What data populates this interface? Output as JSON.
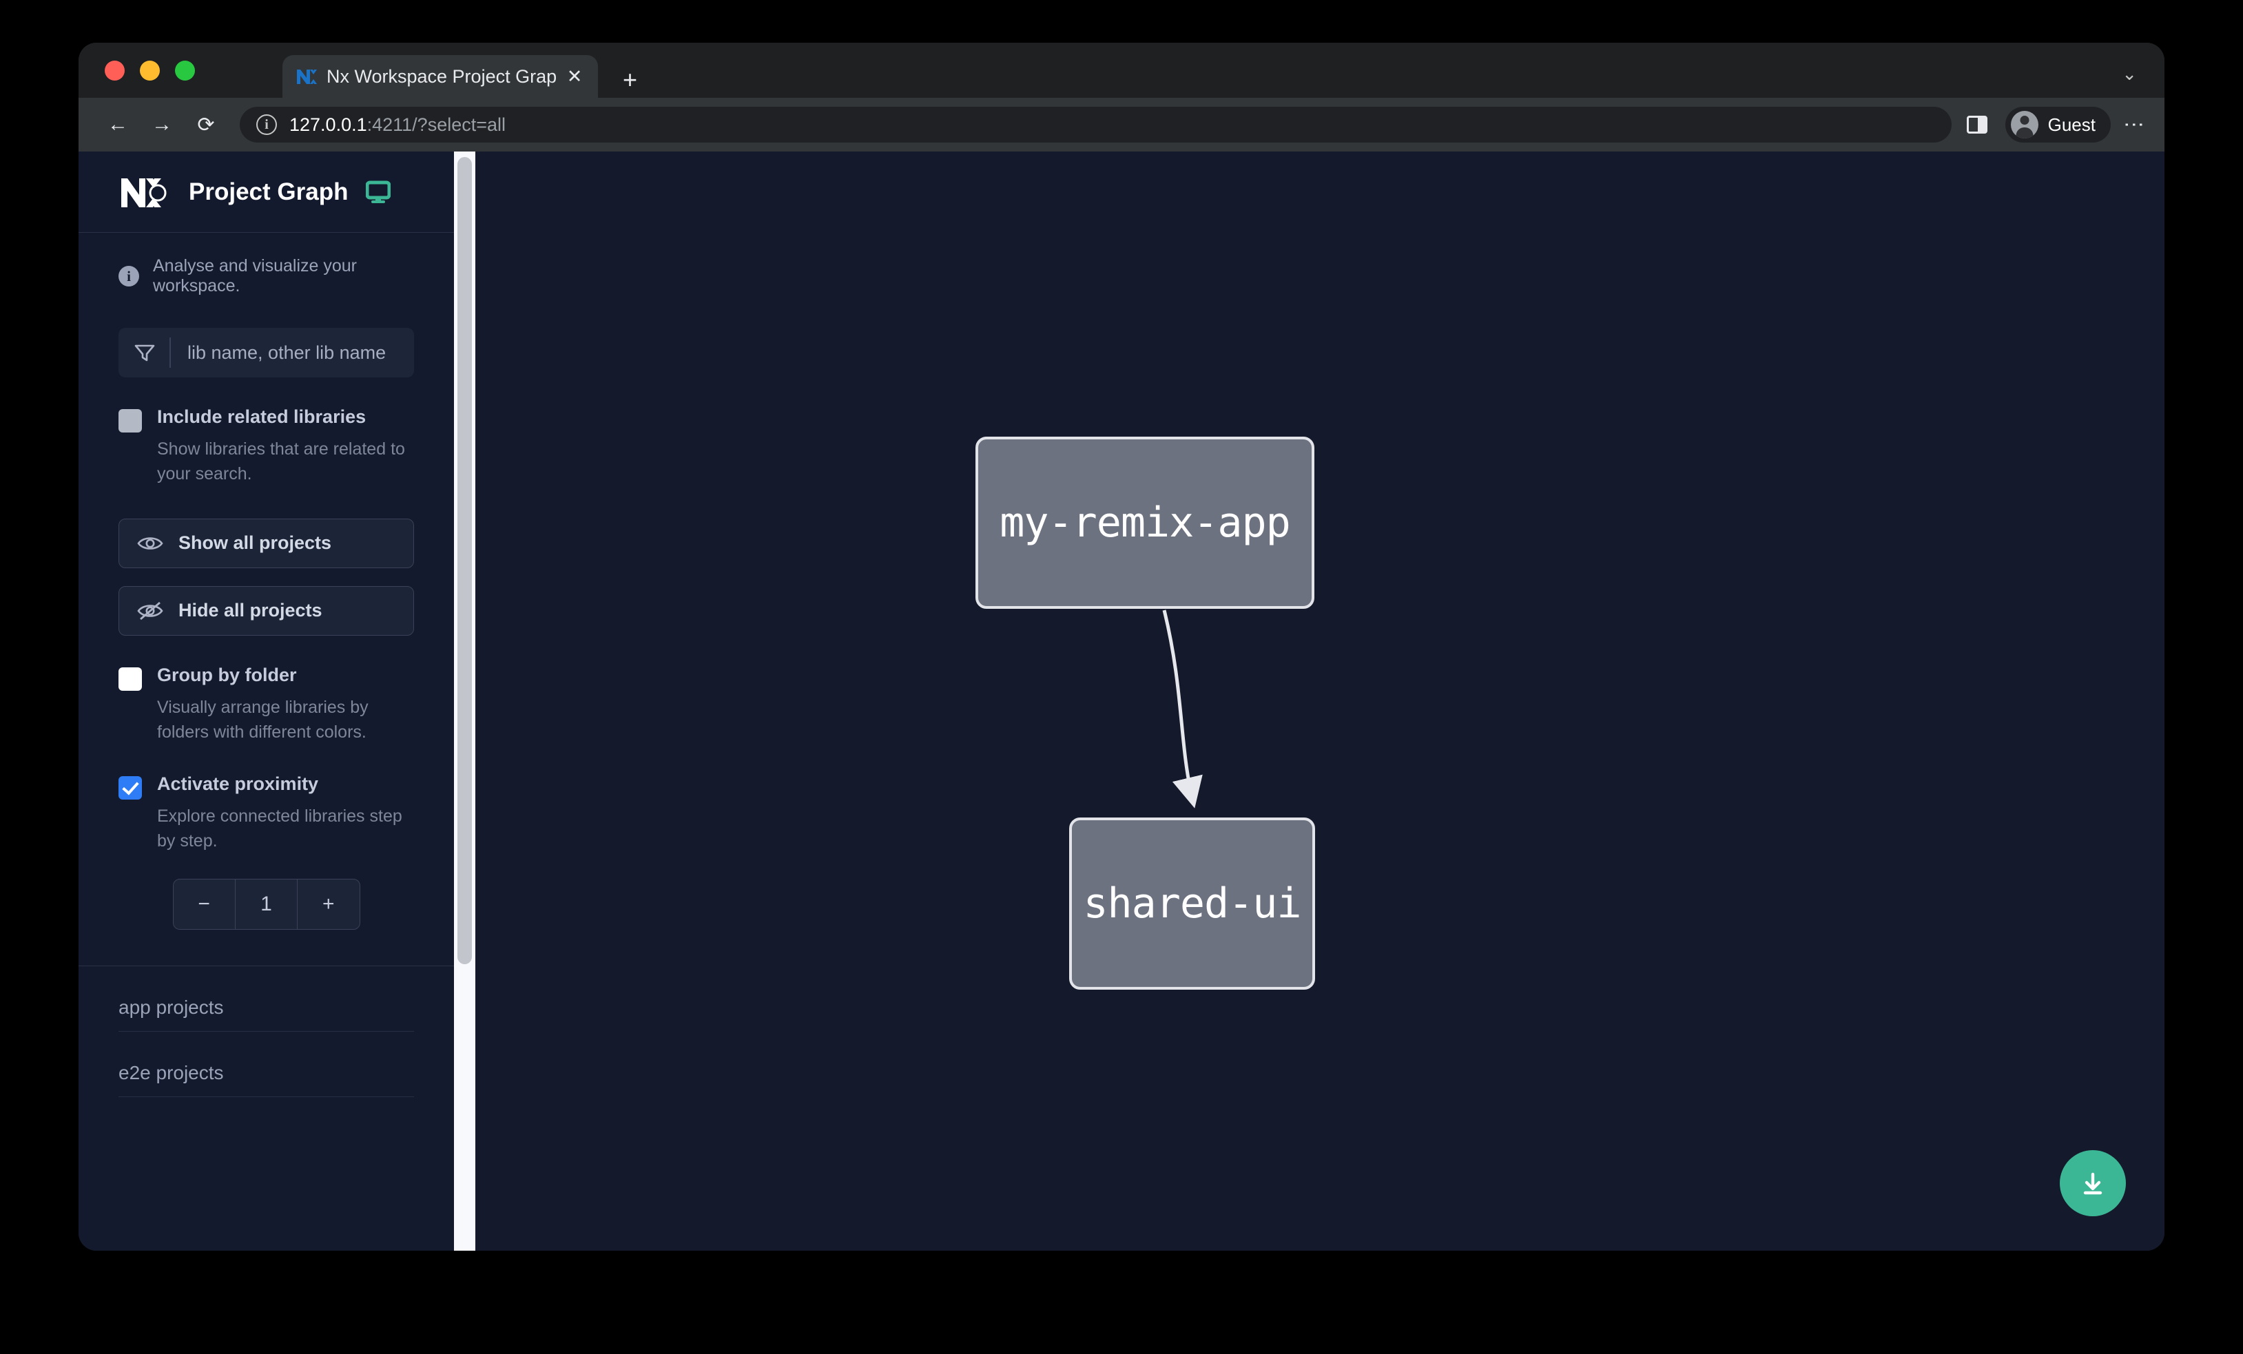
{
  "browser": {
    "tab": {
      "title": "Nx Workspace Project Graph",
      "favicon_icon": "nx-favicon-icon",
      "close_label": "✕",
      "new_tab_label": "+",
      "tabstrip_chevron_label": "⌄"
    },
    "toolbar": {
      "back_label": "←",
      "forward_label": "→",
      "reload_label": "⟳",
      "site_info_label": "i",
      "url_host": "127.0.0.1",
      "url_rest": ":4211/?select=all",
      "side_panel_icon": "side-panel-icon",
      "profile_name": "Guest",
      "menu_label": "⋮"
    }
  },
  "sidebar": {
    "app_title": "Project Graph",
    "logo_icon": "nx-logo-icon",
    "monitor_icon": "monitor-icon",
    "tagline": "Analyse and visualize your workspace.",
    "info_icon": "info-icon",
    "filter": {
      "icon": "funnel-icon",
      "placeholder": "lib name, other lib name",
      "value": ""
    },
    "options": [
      {
        "label": "Include related libraries",
        "description": "Show libraries that are related to your search.",
        "state": "disabled"
      },
      {
        "label": "Group by folder",
        "description": "Visually arrange libraries by folders with different colors.",
        "state": "unchecked"
      },
      {
        "label": "Activate proximity",
        "description": "Explore connected libraries step by step.",
        "state": "checked"
      }
    ],
    "buttons": {
      "show_all": "Show all projects",
      "show_all_icon": "eye-icon",
      "hide_all": "Hide all projects",
      "hide_all_icon": "eye-off-icon"
    },
    "stepper": {
      "decrement_label": "−",
      "value": "1",
      "increment_label": "+"
    },
    "groups": [
      {
        "title": "app projects"
      },
      {
        "title": "e2e projects"
      }
    ]
  },
  "graph": {
    "download_icon": "download-icon",
    "nodes": [
      {
        "id": "my-remix-app",
        "label": "my-remix-app"
      },
      {
        "id": "shared-ui",
        "label": "shared-ui"
      }
    ],
    "edges": [
      {
        "from": "my-remix-app",
        "to": "shared-ui"
      }
    ]
  },
  "colors": {
    "accent_green": "#3cb795",
    "checkbox_blue": "#2f7df6",
    "sidebar_bg": "#131a2d",
    "graph_bg": "#141a2b",
    "node_fill": "#6d7280",
    "node_border": "#e2e4ea"
  }
}
